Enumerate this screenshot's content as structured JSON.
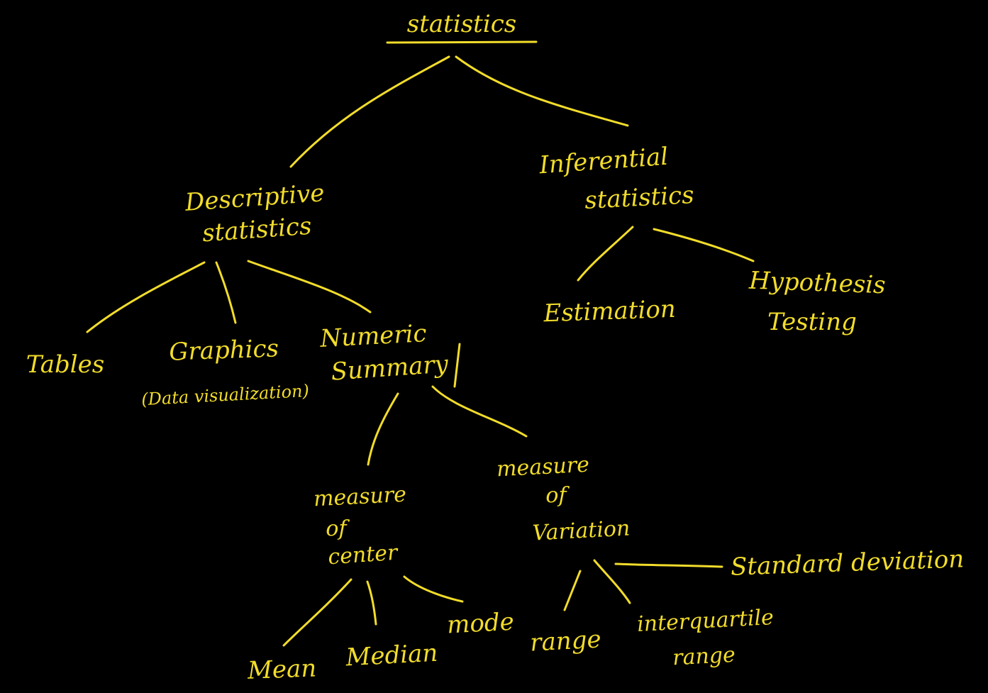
{
  "colors": {
    "background": "#000000",
    "ink": "#F2DC2B"
  },
  "nodes": {
    "statistics": "statistics",
    "descriptive_line1": "Descriptive",
    "descriptive_line2": "statistics",
    "inferential_line1": "Inferential",
    "inferential_line2": "statistics",
    "tables": "Tables",
    "graphics": "Graphics",
    "data_visualization": "(Data visualization)",
    "numeric_line1": "Numeric",
    "numeric_line2": "Summary",
    "estimation": "Estimation",
    "hypothesis_line1": "Hypothesis",
    "hypothesis_line2": "Testing",
    "center_line1": "measure",
    "center_line2": "of",
    "center_line3": "center",
    "variation_line1": "measure",
    "variation_line2": "of",
    "variation_line3": "Variation",
    "mean": "Mean",
    "median": "Median",
    "mode": "mode",
    "range": "range",
    "iqr_line1": "interquartile",
    "iqr_line2": "range",
    "standard_deviation": "Standard deviation"
  }
}
